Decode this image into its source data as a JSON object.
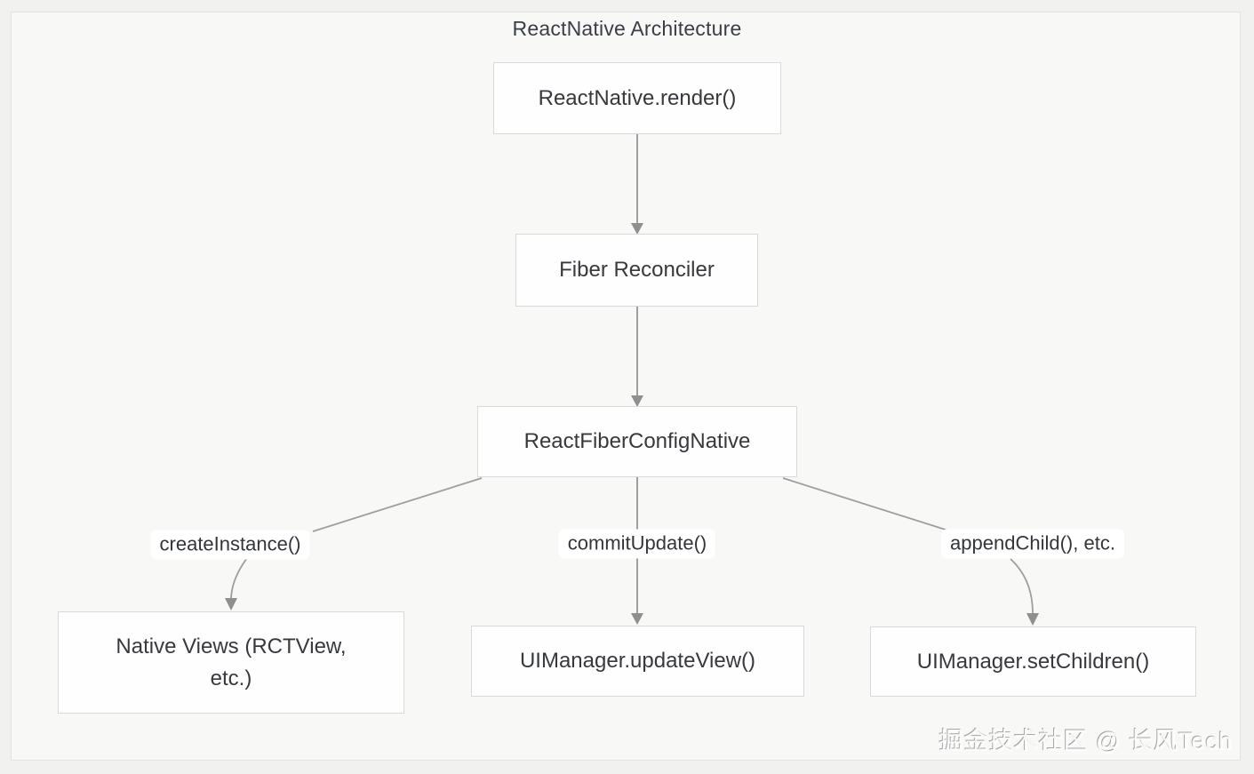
{
  "diagram": {
    "title": "ReactNative Architecture",
    "nodes": {
      "render": {
        "label": "ReactNative.render()"
      },
      "fiber": {
        "label": "Fiber Reconciler"
      },
      "config": {
        "label": "ReactFiberConfigNative"
      },
      "native_views": {
        "label": "Native Views (RCTView, etc.)"
      },
      "update_view": {
        "label": "UIManager.updateView()"
      },
      "set_children": {
        "label": "UIManager.setChildren()"
      }
    },
    "edges": [
      {
        "from": "render",
        "to": "fiber",
        "label": ""
      },
      {
        "from": "fiber",
        "to": "config",
        "label": ""
      },
      {
        "from": "config",
        "to": "native_views",
        "label": "createInstance()"
      },
      {
        "from": "config",
        "to": "update_view",
        "label": "commitUpdate()"
      },
      {
        "from": "config",
        "to": "set_children",
        "label": "appendChild(), etc."
      }
    ],
    "edge_labels": {
      "create_instance": "createInstance()",
      "commit_update": "commitUpdate()",
      "append_child": "appendChild(), etc."
    },
    "watermark": "掘金技术社区 @ 长风Tech",
    "colors": {
      "arrow": "#9e9e9e",
      "arrowhead": "#8f8f8f",
      "node_bg": "#fefefe",
      "node_border": "#d9d9d9",
      "canvas_bg": "#f8f8f6",
      "page_bg": "#f1f1ef",
      "text": "#37393d"
    }
  }
}
